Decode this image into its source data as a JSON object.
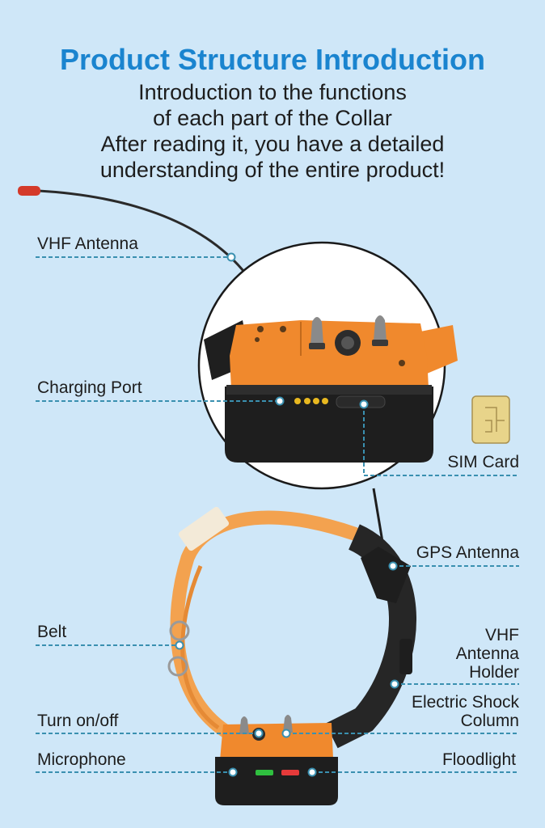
{
  "title": "Product Structure Introduction",
  "subtitle_lines": [
    "Introduction to the functions",
    "of each part of the Collar",
    "After reading it, you have a detailed",
    "understanding of the entire product!"
  ],
  "labels": {
    "vhf_antenna": "VHF Antenna",
    "charging_port": "Charging Port",
    "sim_card": "SIM Card",
    "gps_antenna": "GPS Antenna",
    "belt": "Belt",
    "vhf_antenna_holder_lines": [
      "VHF",
      "Antenna",
      "Holder"
    ],
    "electric_shock_column_lines": [
      "Electric Shock",
      "Column"
    ],
    "turn_on_off": "Turn on/off",
    "microphone": "Microphone",
    "floodlight": "Floodlight"
  },
  "colors": {
    "background": "#cfe7f8",
    "title": "#1a84cf",
    "device_orange": "#f0892d",
    "strap_orange": "#f3a24f",
    "leader_line": "#3a90b0",
    "led_green": "#2fbf3f",
    "led_red": "#e53a3a"
  }
}
